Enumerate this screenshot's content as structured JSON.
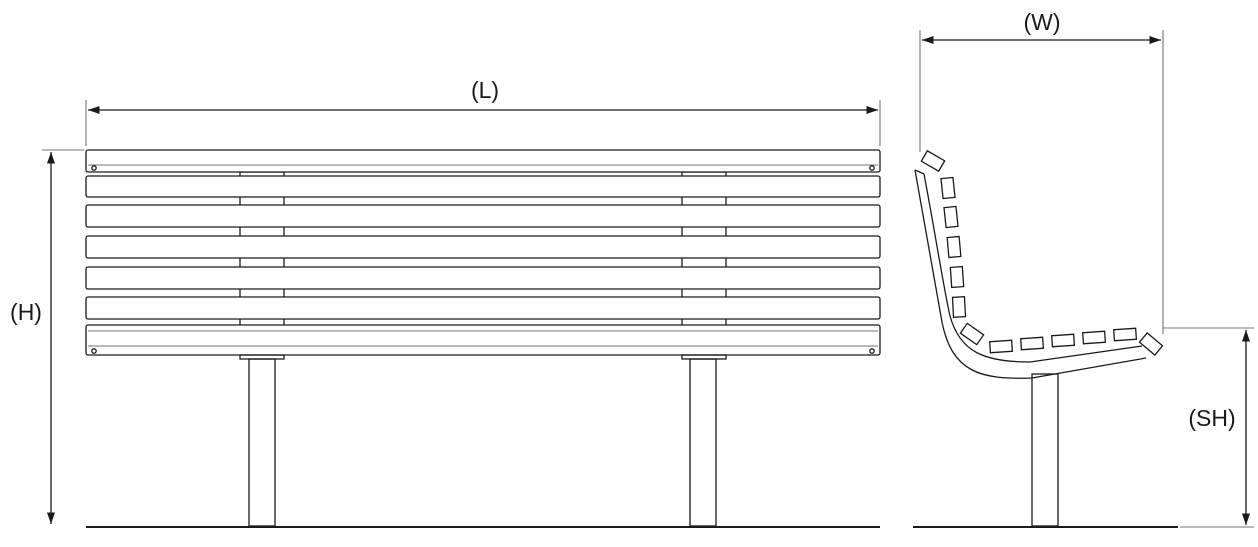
{
  "dimensions": {
    "length_label": "(L)",
    "height_label": "(H)",
    "width_label": "(W)",
    "seat_height_label": "(SH)"
  },
  "colors": {
    "line": "#1a1a1a",
    "background": "#ffffff"
  }
}
